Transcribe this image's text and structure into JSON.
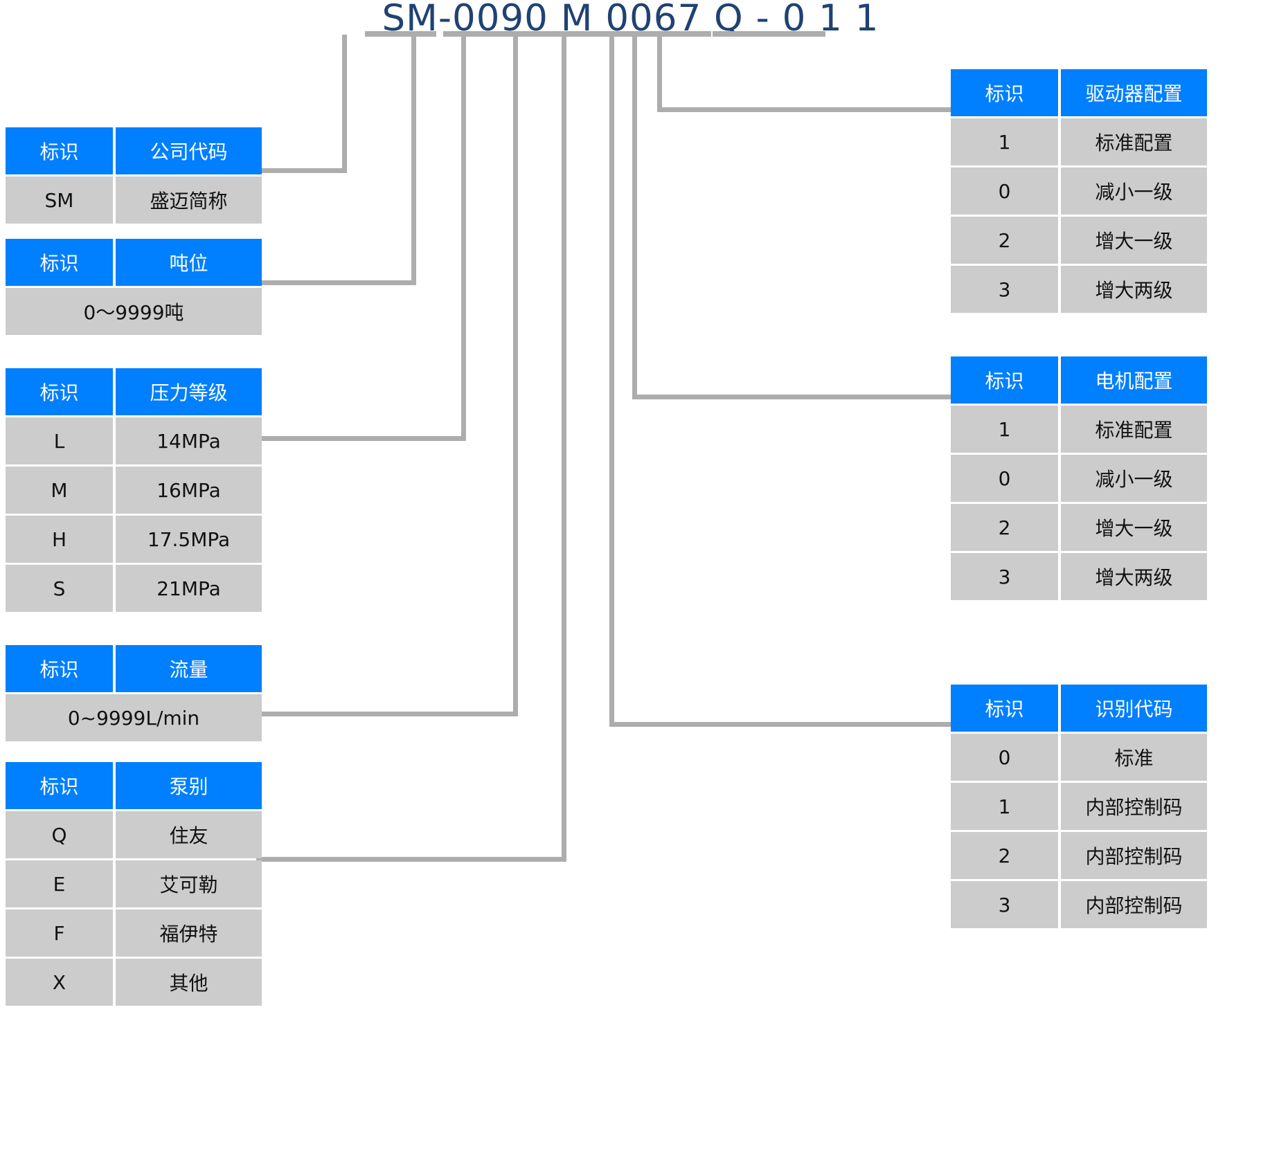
{
  "title": "SM-0090 M 0067 Q - 0 1 1",
  "colors": {
    "header_blue": "#007FFF",
    "cell_gray": "#CCCCCC",
    "line_gray": "#ADADAD",
    "title_navy": "#1F4272"
  },
  "id_header": "标识",
  "tables": {
    "company": {
      "header_value": "公司代码",
      "rows": [
        {
          "id": "SM",
          "value": "盛迈简称"
        }
      ]
    },
    "tonnage": {
      "header_value": "吨位",
      "merged_value": "0〜9999吨"
    },
    "pressure": {
      "header_value": "压力等级",
      "rows": [
        {
          "id": "L",
          "value": "14MPa"
        },
        {
          "id": "M",
          "value": "16MPa"
        },
        {
          "id": "H",
          "value": "17.5MPa"
        },
        {
          "id": "S",
          "value": "21MPa"
        }
      ]
    },
    "flow": {
      "header_value": "流量",
      "merged_value": "0~9999L/min"
    },
    "pump": {
      "header_value": "泵别",
      "rows": [
        {
          "id": "Q",
          "value": "住友"
        },
        {
          "id": "E",
          "value": "艾可勒"
        },
        {
          "id": "F",
          "value": "福伊特"
        },
        {
          "id": "X",
          "value": "其他"
        }
      ]
    },
    "driver": {
      "header_value": "驱动器配置",
      "rows": [
        {
          "id": "1",
          "value": "标准配置"
        },
        {
          "id": "0",
          "value": "减小一级"
        },
        {
          "id": "2",
          "value": "增大一级"
        },
        {
          "id": "3",
          "value": "增大两级"
        }
      ]
    },
    "motor": {
      "header_value": "电机配置",
      "rows": [
        {
          "id": "1",
          "value": "标准配置"
        },
        {
          "id": "0",
          "value": "减小一级"
        },
        {
          "id": "2",
          "value": "增大一级"
        },
        {
          "id": "3",
          "value": "增大两级"
        }
      ]
    },
    "identification": {
      "header_value": "识别代码",
      "rows": [
        {
          "id": "0",
          "value": "标准"
        },
        {
          "id": "1",
          "value": "内部控制码"
        },
        {
          "id": "2",
          "value": "内部控制码"
        },
        {
          "id": "3",
          "value": "内部控制码"
        }
      ]
    }
  }
}
